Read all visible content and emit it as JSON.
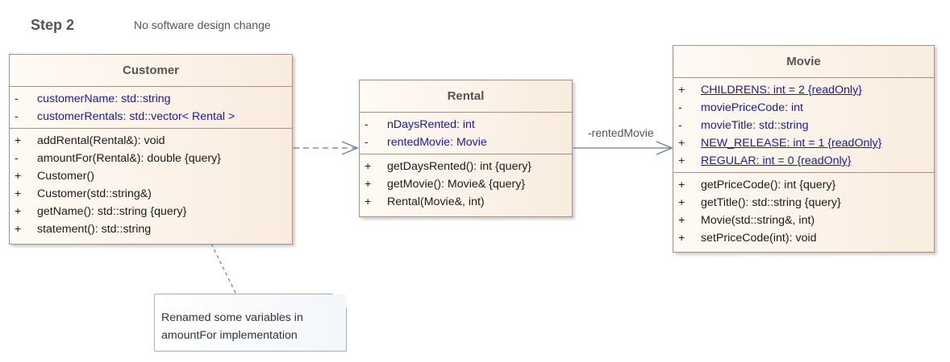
{
  "header": {
    "title": "Step 2",
    "subtitle": "No software design change"
  },
  "classes": {
    "customer": {
      "name": "Customer",
      "attributes": [
        {
          "vis": "-",
          "text": "customerName: std::string"
        },
        {
          "vis": "-",
          "text": "customerRentals: std::vector< Rental >"
        }
      ],
      "operations": [
        {
          "vis": "+",
          "text": "addRental(Rental&): void"
        },
        {
          "vis": "-",
          "text": "amountFor(Rental&): double {query}"
        },
        {
          "vis": "+",
          "text": "Customer()"
        },
        {
          "vis": "+",
          "text": "Customer(std::string&)"
        },
        {
          "vis": "+",
          "text": "getName(): std::string {query}"
        },
        {
          "vis": "+",
          "text": "statement(): std::string"
        }
      ]
    },
    "rental": {
      "name": "Rental",
      "attributes": [
        {
          "vis": "-",
          "text": "nDaysRented: int"
        },
        {
          "vis": "-",
          "text": "rentedMovie: Movie"
        }
      ],
      "operations": [
        {
          "vis": "+",
          "text": "getDaysRented(): int {query}"
        },
        {
          "vis": "+",
          "text": "getMovie(): Movie& {query}"
        },
        {
          "vis": "+",
          "text": "Rental(Movie&, int)"
        }
      ]
    },
    "movie": {
      "name": "Movie",
      "attributes": [
        {
          "vis": "+",
          "text": "CHILDRENS: int = 2 {readOnly}"
        },
        {
          "vis": "-",
          "text": "moviePriceCode: int"
        },
        {
          "vis": "-",
          "text": "movieTitle: std::string"
        },
        {
          "vis": "+",
          "text": "NEW_RELEASE: int = 1 {readOnly}"
        },
        {
          "vis": "+",
          "text": "REGULAR: int = 0 {readOnly}"
        }
      ],
      "operations": [
        {
          "vis": "+",
          "text": "getPriceCode(): int {query}"
        },
        {
          "vis": "+",
          "text": "getTitle(): std::string {query}"
        },
        {
          "vis": "+",
          "text": "Movie(std::string&, int)"
        },
        {
          "vis": "+",
          "text": "setPriceCode(int): void"
        }
      ]
    }
  },
  "associations": {
    "rental_movie_label": "-rentedMovie"
  },
  "note": {
    "line1": "Renamed some variables in",
    "line2": "amountFor implementation"
  }
}
